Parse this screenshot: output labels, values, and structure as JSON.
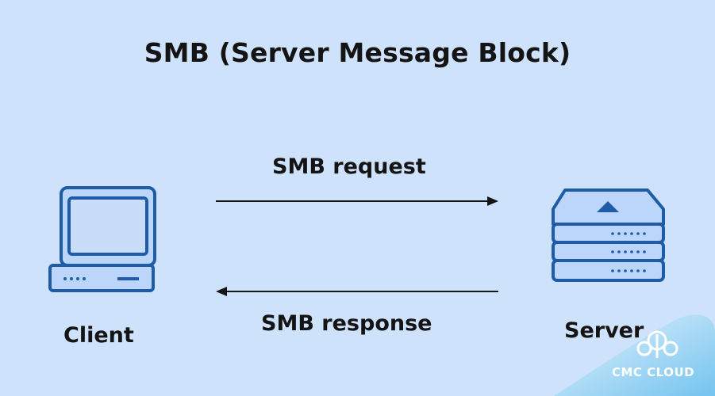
{
  "diagram": {
    "title": "SMB (Server Message Block)",
    "request_label": "SMB request",
    "response_label": "SMB response",
    "client_label": "Client",
    "server_label": "Server"
  },
  "brand": {
    "logo_text": "CMC CLOUD"
  },
  "colors": {
    "background": "#cfe2fb",
    "device_fill": "#bcd6fb",
    "device_stroke": "#1f5ca8",
    "arrow": "#141414",
    "logo": "#4fa8e8"
  },
  "icons": [
    "computer-icon",
    "server-icon",
    "cloud-icon"
  ]
}
